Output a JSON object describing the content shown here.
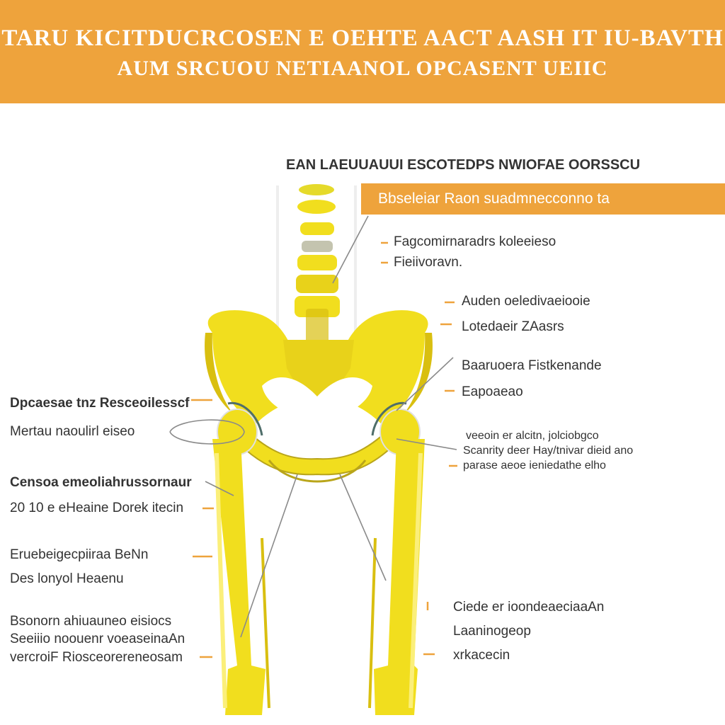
{
  "header": {
    "line1": "TARU KICITDUCRCOSEN E OEHTE AACT AASH IT IU-BAVTH",
    "line2": "AUM SRCUOU NETIAANOL OPCASENT UEIIC"
  },
  "subtitle": "EAN LAEUUAUUI ESCOTEDPS NWIOFAE OORSSCU",
  "banner": "Bbseleiar Raon suadmnecconno ta",
  "labels": {
    "right_1a": "Fagcomirnaradrs koleeieso",
    "right_1b": "Fieiivoravn.",
    "right_2a": "Auden oeledivaeiooie",
    "right_2b": "Lotedaeir ZAasrs",
    "right_3a": "Baaruoera Fistkenande",
    "right_3b": "Eapoaeao",
    "right_4a": "veeoin er alcitn, jolciobgco",
    "right_4b": "Scanrity deer Hay/tnivar dieid ano",
    "right_4c": "parase aeoe ieniedathe elho",
    "right_5a": "Ciede er ioondeaeciaaAn",
    "right_5b": "Laaninogeop",
    "right_5c": "xrkacecin",
    "left_1a": "Dpcaesae tnz Resceoilesscf",
    "left_1b": "Mertau naoulirl eiseo",
    "left_2a": "Censoa emeoliahrussornaur",
    "left_2b": "20 10 e eHeaine Dorek itecin",
    "left_3a": "Eruebeigecpiiraa BeNn",
    "left_3b": "Des lonyol Heaenu",
    "left_4a": "Bsonorn ahiuauneo eisiocs",
    "left_4b": "Seeiiio noouenr voeaseinaAn",
    "left_4c": "vercroiF Riosceorereneosam"
  },
  "colors": {
    "accent": "#eea33c",
    "bone": "#f1de1e",
    "bone_shade": "#d9bf10",
    "bone_light": "#fbef7a"
  }
}
